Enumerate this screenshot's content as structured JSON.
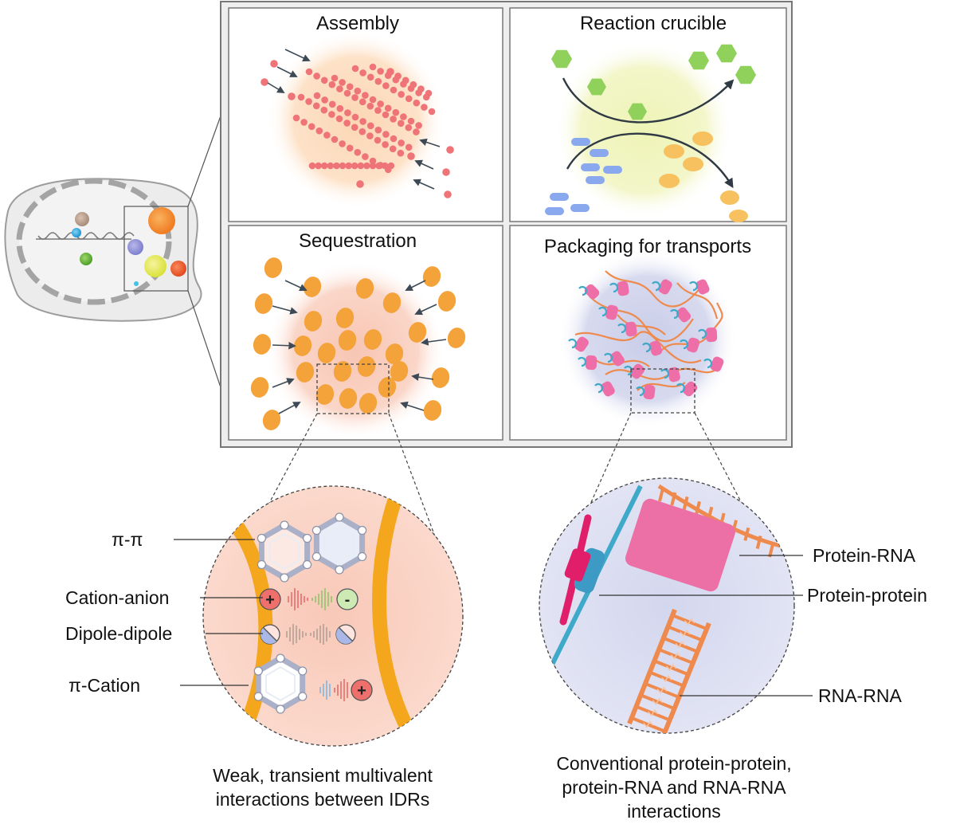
{
  "panels": {
    "assembly": "Assembly",
    "reaction": "Reaction crucible",
    "sequestration": "Sequestration",
    "packaging": "Packaging for transports"
  },
  "left_zoom": {
    "labels": {
      "pi_pi": "π-π",
      "cation_anion": "Cation-anion",
      "dipole_dipole": "Dipole-dipole",
      "pi_cation": "π-Cation"
    },
    "caption": [
      "Weak, transient multivalent",
      "interactions between IDRs"
    ]
  },
  "right_zoom": {
    "labels": {
      "protein_rna": "Protein-RNA",
      "protein_protein": "Protein-protein",
      "rna_rna": "RNA-RNA"
    },
    "caption": [
      "Conventional protein-protein,",
      "protein-RNA and RNA-RNA",
      "interactions"
    ]
  },
  "colors": {
    "droplet_orange": "#f4a23a",
    "assembly_dot": "#ee7478",
    "hexagon_green": "#8fd15a",
    "substrate_blue": "#8aa8ee",
    "product_orange": "#f6c15e",
    "rna_orange": "#ee8a4e",
    "protein_pink": "#ee6fa8",
    "rna_teal": "#3fa9c9"
  }
}
